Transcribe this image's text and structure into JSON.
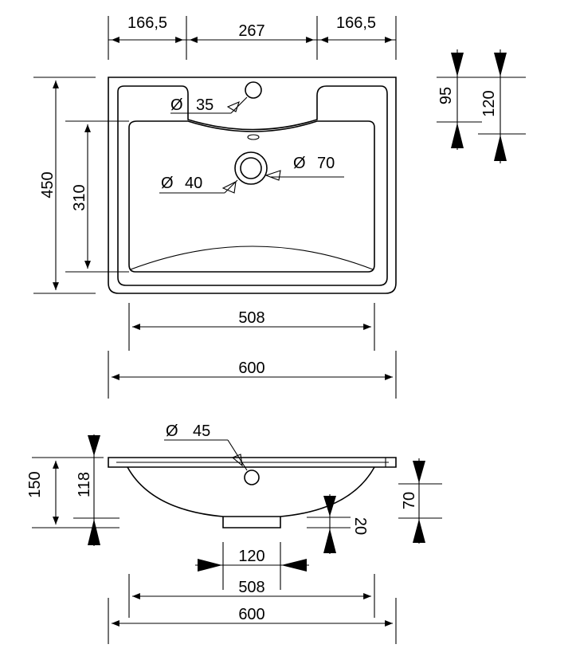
{
  "top_view": {
    "dims": {
      "width_left": "166,5",
      "width_mid": "267",
      "width_right": "166,5",
      "depth_total": "450",
      "depth_bowl": "310",
      "inner_width": "508",
      "outer_width": "600",
      "tap_hole_diameter": "35",
      "drain_diameter": "40",
      "drain_outer_diameter": "70",
      "rim_95": "95",
      "rim_120": "120"
    },
    "diameter_symbol": "Ø"
  },
  "side_view": {
    "dims": {
      "height_total": "150",
      "height_bowl": "118",
      "overflow_diameter": "45",
      "drain_height": "70",
      "drain_pipe": "20",
      "drain_width": "120",
      "inner_width": "508",
      "outer_width": "600"
    }
  },
  "colors": {
    "ink": "#000000",
    "paper": "#ffffff"
  }
}
